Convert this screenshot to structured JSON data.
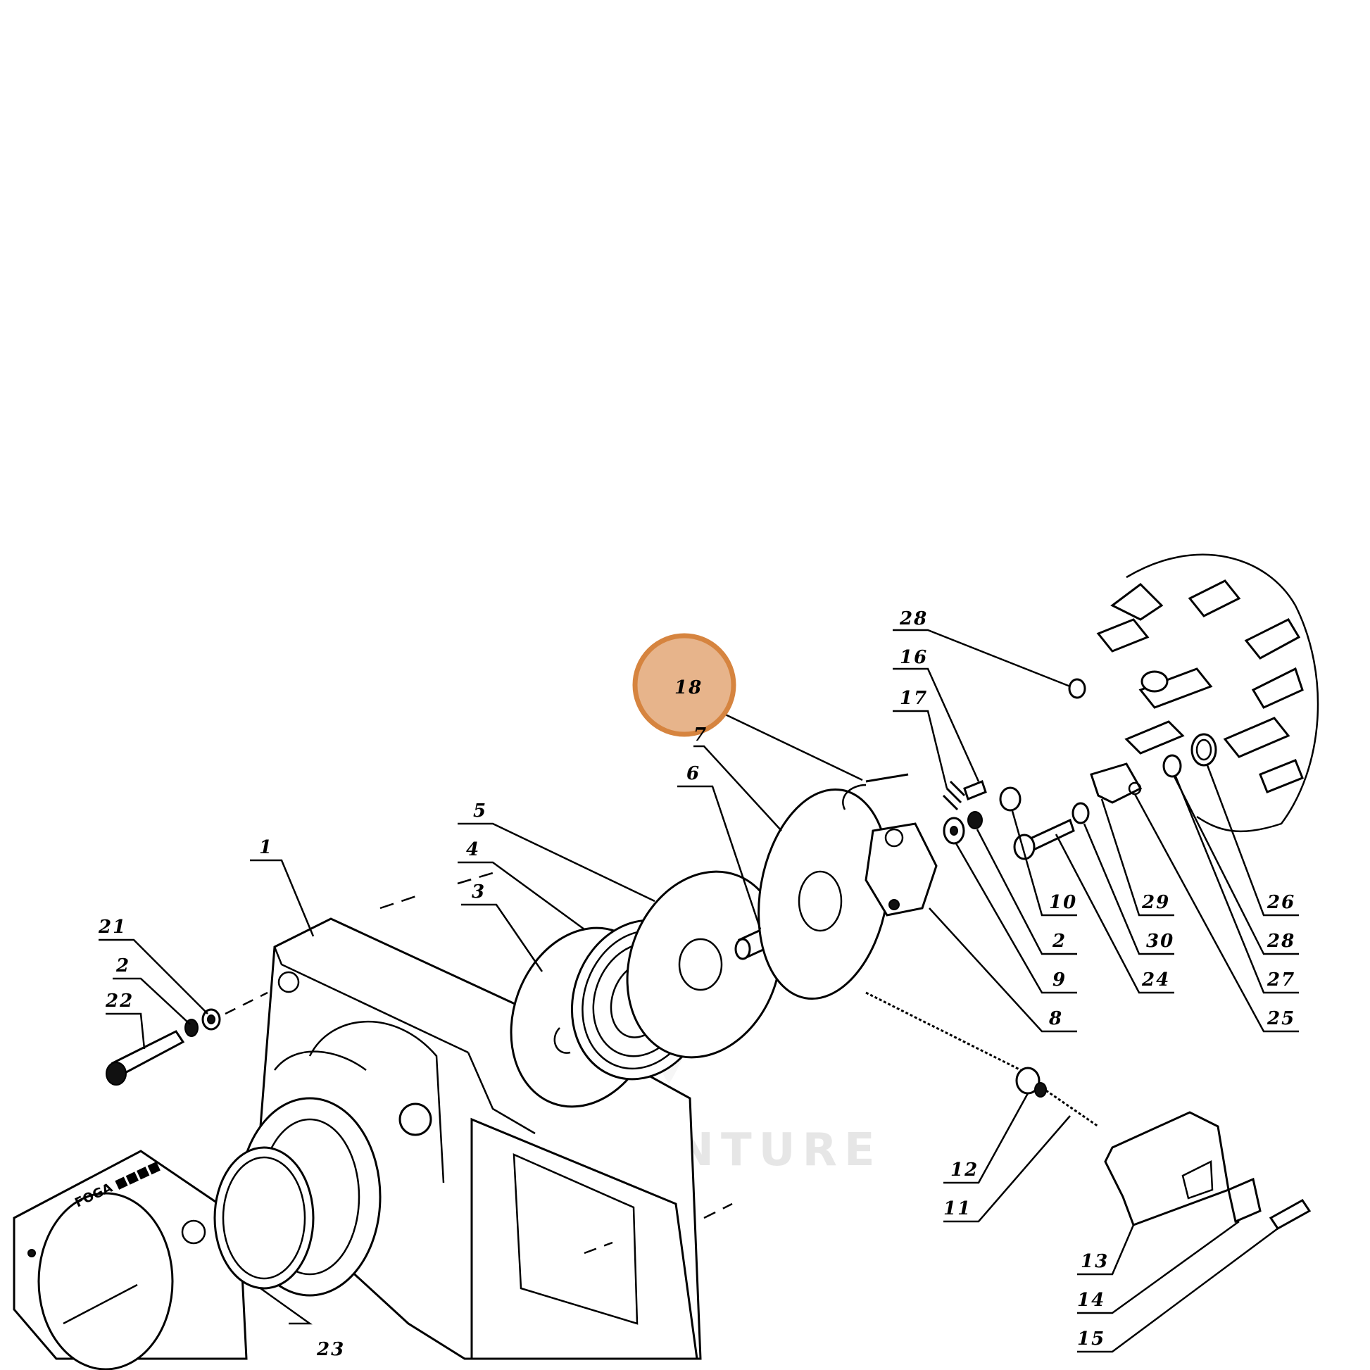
{
  "diagram": {
    "callouts": [
      "28",
      "16",
      "17",
      "18",
      "7",
      "6",
      "5",
      "4",
      "3",
      "1",
      "21",
      "2",
      "22",
      "10",
      "2",
      "9",
      "8",
      "29",
      "30",
      "24",
      "26",
      "28",
      "27",
      "25",
      "12",
      "11",
      "13",
      "14",
      "15",
      "23"
    ],
    "highlighted_callout": "18",
    "watermark": "LEADVENTURE",
    "colors": {
      "highlight_fill": "#e7b48b",
      "highlight_stroke": "#d6843f",
      "ink": "#000000"
    }
  }
}
